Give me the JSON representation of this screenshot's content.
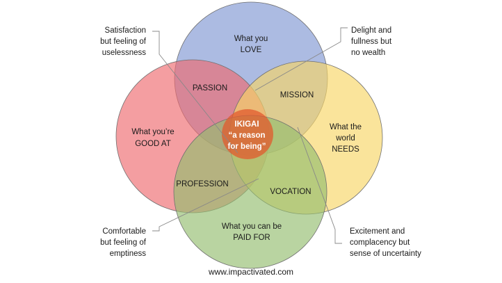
{
  "circles": {
    "love": {
      "line1": "What you",
      "line2": "LOVE",
      "color": "#7F96D2"
    },
    "good_at": {
      "line1": "What you’re",
      "line2": "GOOD AT",
      "color": "#EE6A6E"
    },
    "needs": {
      "line1": "What the",
      "line2": "world",
      "line3": "NEEDS",
      "color": "#F7D666"
    },
    "paid_for": {
      "line1": "What you can be",
      "line2": "PAID FOR",
      "color": "#93BD6E"
    }
  },
  "intersections": {
    "passion": "PASSION",
    "mission": "MISSION",
    "profession": "PROFESSION",
    "vocation": "VOCATION"
  },
  "center": {
    "line1": "IKIGAI",
    "line2": "“a reason",
    "line3": "for being”",
    "color": "#E25A2E"
  },
  "notes": {
    "top_left": [
      "Satisfaction",
      "but feeling of",
      "uselessness"
    ],
    "top_right": [
      "Delight and",
      "fullness but",
      "no wealth"
    ],
    "bottom_left": [
      "Comfortable",
      "but feeling of",
      "emptiness"
    ],
    "bottom_right": [
      "Excitement and",
      "complacency but",
      "sense of uncertainty"
    ]
  },
  "footer": "www.impactivated.com"
}
